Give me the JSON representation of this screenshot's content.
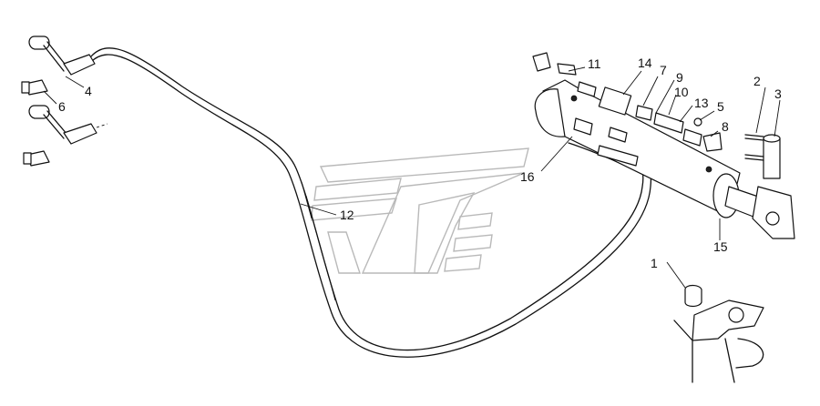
{
  "diagram": {
    "callouts": [
      {
        "id": "c1",
        "label": "1"
      },
      {
        "id": "c2",
        "label": "2"
      },
      {
        "id": "c3",
        "label": "3"
      },
      {
        "id": "c4",
        "label": "4"
      },
      {
        "id": "c5",
        "label": "5"
      },
      {
        "id": "c6",
        "label": "6"
      },
      {
        "id": "c7",
        "label": "7"
      },
      {
        "id": "c8",
        "label": "8"
      },
      {
        "id": "c9",
        "label": "9"
      },
      {
        "id": "c10",
        "label": "10"
      },
      {
        "id": "c11",
        "label": "11"
      },
      {
        "id": "c12",
        "label": "12"
      },
      {
        "id": "c13",
        "label": "13"
      },
      {
        "id": "c14",
        "label": "14"
      },
      {
        "id": "c15",
        "label": "15"
      },
      {
        "id": "c16",
        "label": "16"
      }
    ]
  }
}
